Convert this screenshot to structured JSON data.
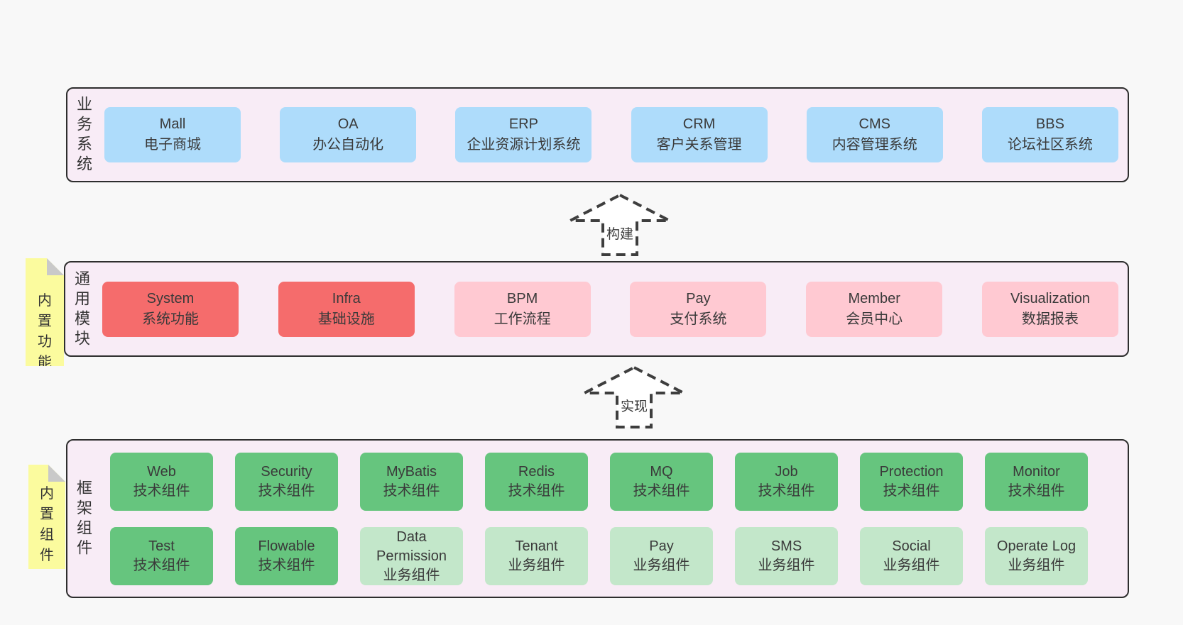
{
  "colors": {
    "page_bg": "#f8f8f8",
    "panel_bg": "#f8ecf6",
    "panel_border": "#2e2e2e",
    "blue_box": "#aedcfb",
    "red_box": "#f56c6c",
    "pink_box": "#ffc9d2",
    "green_box": "#66c57e",
    "light_green_box": "#c3e7ca",
    "note_yellow": "#fbfb9e",
    "note_fold_gray": "#c9c9c9",
    "text": "#3a3a3a"
  },
  "arrows": [
    {
      "label": "构建"
    },
    {
      "label": "实现"
    }
  ],
  "sections": {
    "business": {
      "label_vertical": "业务系统",
      "boxes": [
        {
          "title": "Mall",
          "subtitle": "电子商城",
          "variant": "blue"
        },
        {
          "title": "OA",
          "subtitle": "办公自动化",
          "variant": "blue"
        },
        {
          "title": "ERP",
          "subtitle": "企业资源计划系统",
          "variant": "blue"
        },
        {
          "title": "CRM",
          "subtitle": "客户关系管理",
          "variant": "blue"
        },
        {
          "title": "CMS",
          "subtitle": "内容管理系统",
          "variant": "blue"
        },
        {
          "title": "BBS",
          "subtitle": "论坛社区系统",
          "variant": "blue"
        }
      ]
    },
    "modules": {
      "label_vertical": "通用模块",
      "note": "内置功能",
      "boxes": [
        {
          "title": "System",
          "subtitle": "系统功能",
          "variant": "red"
        },
        {
          "title": "Infra",
          "subtitle": "基础设施",
          "variant": "red"
        },
        {
          "title": "BPM",
          "subtitle": "工作流程",
          "variant": "pink"
        },
        {
          "title": "Pay",
          "subtitle": "支付系统",
          "variant": "pink"
        },
        {
          "title": "Member",
          "subtitle": "会员中心",
          "variant": "pink"
        },
        {
          "title": "Visualization",
          "subtitle": "数据报表",
          "variant": "pink"
        }
      ]
    },
    "components": {
      "label_vertical": "框架组件",
      "note": "内置组件",
      "rows": [
        [
          {
            "title": "Web",
            "subtitle": "技术组件",
            "variant": "green"
          },
          {
            "title": "Security",
            "subtitle": "技术组件",
            "variant": "green"
          },
          {
            "title": "MyBatis",
            "subtitle": "技术组件",
            "variant": "green"
          },
          {
            "title": "Redis",
            "subtitle": "技术组件",
            "variant": "green"
          },
          {
            "title": "MQ",
            "subtitle": "技术组件",
            "variant": "green"
          },
          {
            "title": "Job",
            "subtitle": "技术组件",
            "variant": "green"
          },
          {
            "title": "Protection",
            "subtitle": "技术组件",
            "variant": "green"
          },
          {
            "title": "Monitor",
            "subtitle": "技术组件",
            "variant": "green"
          }
        ],
        [
          {
            "title": "Test",
            "subtitle": "技术组件",
            "variant": "green"
          },
          {
            "title": "Flowable",
            "subtitle": "技术组件",
            "variant": "green"
          },
          {
            "title": "Data Permission",
            "subtitle": "业务组件",
            "variant": "lightgreen"
          },
          {
            "title": "Tenant",
            "subtitle": "业务组件",
            "variant": "lightgreen"
          },
          {
            "title": "Pay",
            "subtitle": "业务组件",
            "variant": "lightgreen"
          },
          {
            "title": "SMS",
            "subtitle": "业务组件",
            "variant": "lightgreen"
          },
          {
            "title": "Social",
            "subtitle": "业务组件",
            "variant": "lightgreen"
          },
          {
            "title": "Operate Log",
            "subtitle": "业务组件",
            "variant": "lightgreen"
          }
        ]
      ]
    }
  }
}
